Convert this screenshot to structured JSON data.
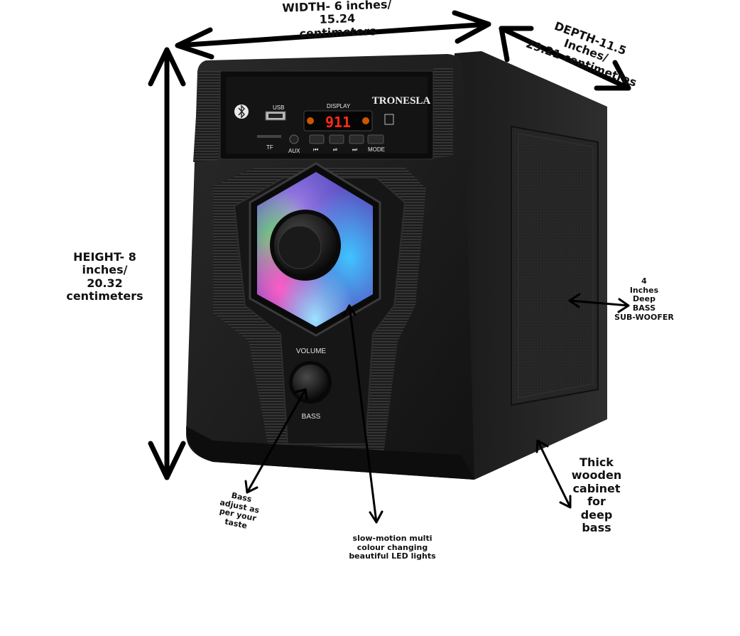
{
  "annotations": {
    "width": {
      "line1": "WIDTH- 6 inches/",
      "line2": "15.24 centimeters"
    },
    "depth": {
      "line1": "DEPTH-11.5 Inches/",
      "line2": "29.21 centimetres"
    },
    "height": {
      "line1": "HEIGHT- 8 inches/",
      "line2": "20.32 centimeters"
    },
    "woofer": {
      "lines": [
        "4",
        "Inches",
        "Deep",
        "BASS",
        "SUB-WOOFER"
      ]
    },
    "cabinet": {
      "lines": [
        "Thick",
        "wooden",
        "cabinet",
        "for",
        "deep",
        "bass"
      ]
    },
    "bass": {
      "lines": [
        "Bass",
        "adjust as",
        "per your",
        "taste"
      ]
    },
    "led": {
      "lines": [
        "slow-motion multi",
        "colour changing",
        "beautiful LED lights"
      ]
    }
  },
  "speaker": {
    "brand": "TRONESLA",
    "display_label": "DISPLAY",
    "display_value": "911",
    "usb_label": "USB",
    "tf_label": "TF",
    "aux_label": "AUX",
    "mode_label": "MODE",
    "prev_symbol": "⏮",
    "play_symbol": "⏯",
    "next_symbol": "⏭",
    "volume_label": "VOLUME",
    "bass_label": "BASS"
  }
}
